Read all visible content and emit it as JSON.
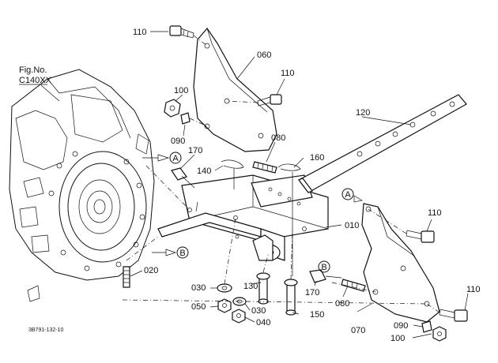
{
  "figure_ref": {
    "line1": "Fig.No.",
    "line2": "C140XX"
  },
  "drawing_code": "3B791-132-10",
  "callouts": [
    {
      "key": "110a",
      "text": "110"
    },
    {
      "key": "060",
      "text": "060"
    },
    {
      "key": "110b",
      "text": "110"
    },
    {
      "key": "100a",
      "text": "100"
    },
    {
      "key": "090a",
      "text": "090"
    },
    {
      "key": "170a",
      "text": "170"
    },
    {
      "key": "120",
      "text": "120"
    },
    {
      "key": "080a",
      "text": "080"
    },
    {
      "key": "160",
      "text": "160"
    },
    {
      "key": "140",
      "text": "140"
    },
    {
      "key": "010",
      "text": "010"
    },
    {
      "key": "110c",
      "text": "110"
    },
    {
      "key": "020",
      "text": "020"
    },
    {
      "key": "030a",
      "text": "030"
    },
    {
      "key": "130",
      "text": "130"
    },
    {
      "key": "170b",
      "text": "170"
    },
    {
      "key": "080b",
      "text": "080"
    },
    {
      "key": "050",
      "text": "050"
    },
    {
      "key": "030b",
      "text": "030"
    },
    {
      "key": "150",
      "text": "150"
    },
    {
      "key": "040",
      "text": "040"
    },
    {
      "key": "070",
      "text": "070"
    },
    {
      "key": "090b",
      "text": "090"
    },
    {
      "key": "110d",
      "text": "110"
    },
    {
      "key": "100b",
      "text": "100"
    }
  ],
  "markers": [
    {
      "key": "A1",
      "text": "A"
    },
    {
      "key": "B1",
      "text": "B"
    },
    {
      "key": "A2",
      "text": "A"
    },
    {
      "key": "B2",
      "text": "B"
    }
  ]
}
